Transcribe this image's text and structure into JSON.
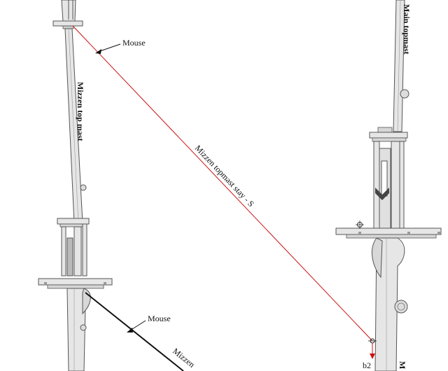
{
  "labels": {
    "mizzen_top_mast": "Mizzen top mast",
    "main_topmast": "Main topmast",
    "stay": "Mizzen topmast stay - S",
    "mouse_upper": "Mouse",
    "mouse_lower": "Mouse",
    "mizzen_partial": "Mizzen",
    "b2": "b2",
    "main_partial": "M"
  },
  "colors": {
    "stay_line": "#cc1111",
    "mast_fill": "#e6e6e6",
    "mast_stroke": "#555555",
    "ink": "#111111",
    "background": "#ffffff"
  }
}
